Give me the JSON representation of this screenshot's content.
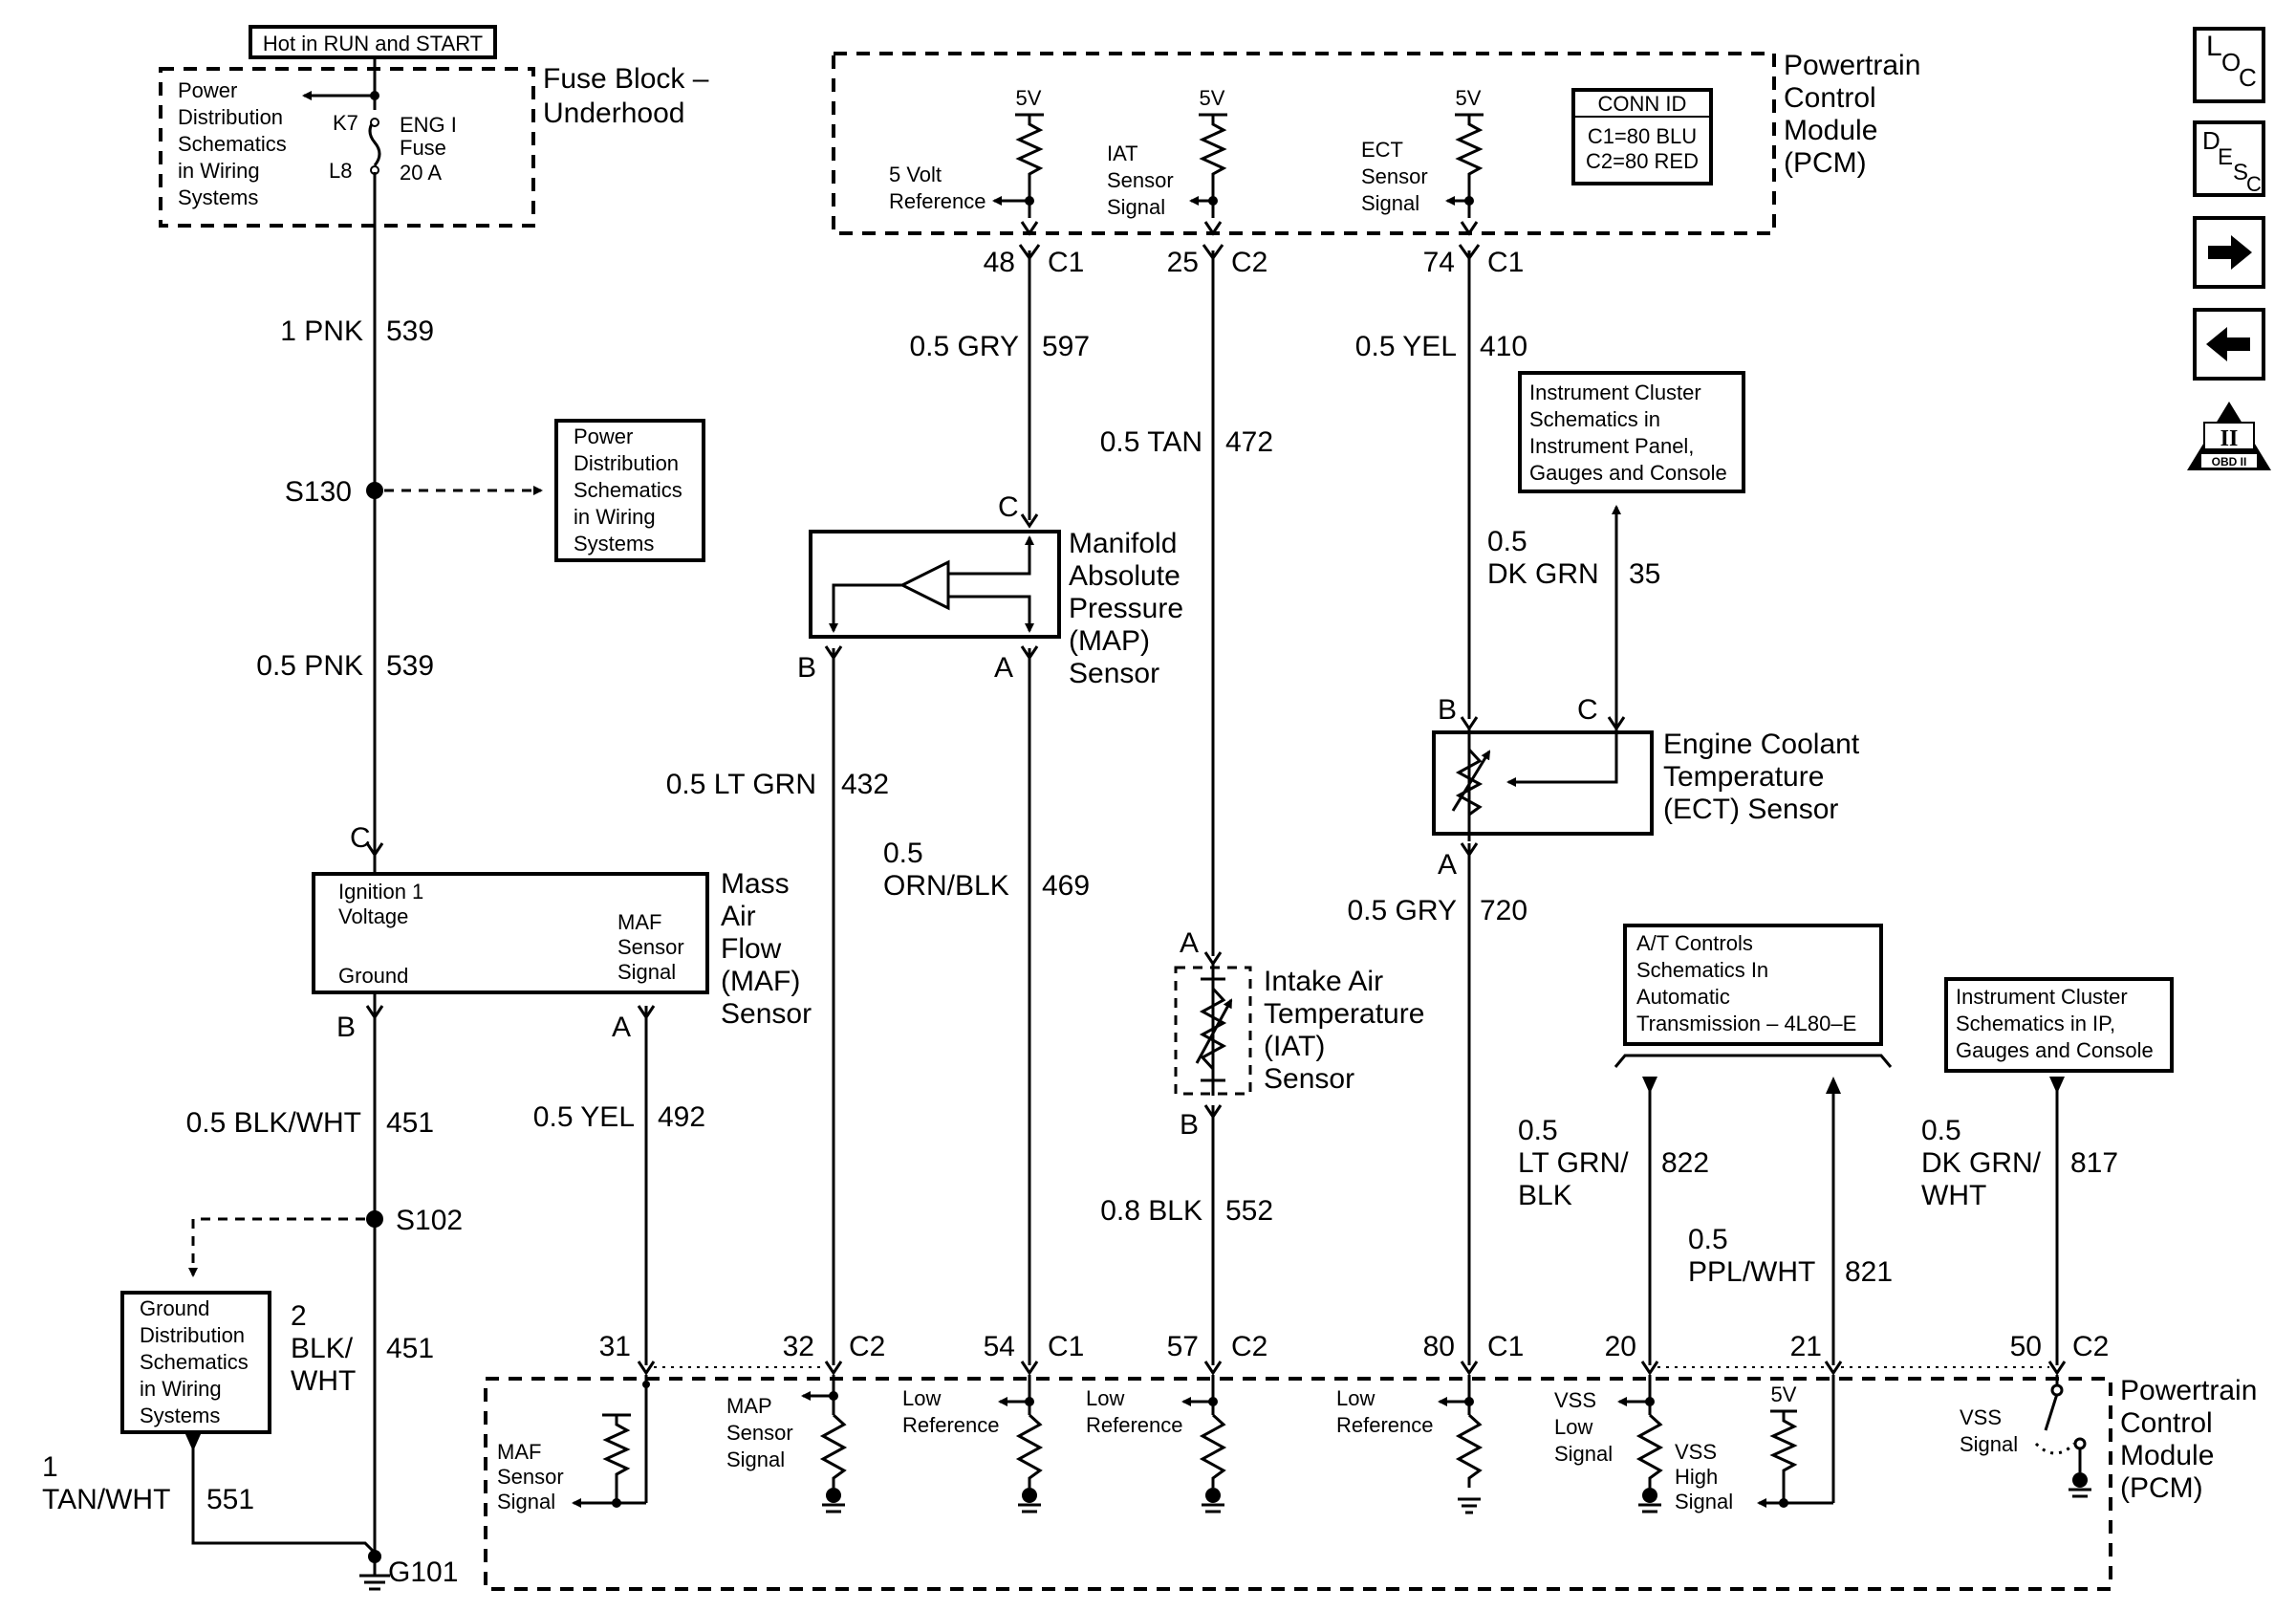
{
  "fuse_block": {
    "hot_label": "Hot in RUN and START",
    "title": [
      "Fuse Block –",
      "Underhood"
    ],
    "ref_text": [
      "Power",
      "Distribution",
      "Schematics",
      "in Wiring",
      "Systems"
    ],
    "pin_k7": "K7",
    "pin_l8": "L8",
    "fuse_text": [
      "ENG I",
      "Fuse",
      "20 A"
    ]
  },
  "pcm_top": {
    "title": [
      "Powertrain",
      "Control",
      "Module",
      "(PCM)"
    ],
    "conn_id_title": "CONN ID",
    "conn_id_lines": [
      "C1=80 BLU",
      "C2=80 RED"
    ],
    "v5": "5V",
    "five_volt_ref": [
      "5 Volt",
      "Reference"
    ],
    "iat_signal": [
      "IAT",
      "Sensor",
      "Signal"
    ],
    "ect_signal": [
      "ECT",
      "Sensor",
      "Signal"
    ]
  },
  "top_pins": [
    {
      "pin": "48",
      "conn": "C1"
    },
    {
      "pin": "25",
      "conn": "C2"
    },
    {
      "pin": "74",
      "conn": "C1"
    }
  ],
  "wires": {
    "pnk1": {
      "size": "1 PNK",
      "circuit": "539"
    },
    "pnk05": {
      "size": "0.5 PNK",
      "circuit": "539"
    },
    "gry597": {
      "size": "0.5 GRY",
      "circuit": "597"
    },
    "tan472": {
      "size": "0.5 TAN",
      "circuit": "472"
    },
    "yel410": {
      "size": "0.5 YEL",
      "circuit": "410"
    },
    "dkgrn35": {
      "size": [
        "0.5",
        "DK GRN"
      ],
      "circuit": "35"
    },
    "ltgrn432": {
      "size": "0.5 LT GRN",
      "circuit": "432"
    },
    "orn469": {
      "size": [
        "0.5",
        "ORN/BLK"
      ],
      "circuit": "469"
    },
    "gry720": {
      "size": "0.5 GRY",
      "circuit": "720"
    },
    "blkwht451": {
      "size": "0.5 BLK/WHT",
      "circuit": "451"
    },
    "yel492": {
      "size": "0.5 YEL",
      "circuit": "492"
    },
    "blk552": {
      "size": "0.8 BLK",
      "circuit": "552"
    },
    "ltgrn822": {
      "size": [
        "0.5",
        "LT GRN/",
        "BLK"
      ],
      "circuit": "822"
    },
    "ppl821": {
      "size": [
        "0.5",
        "PPL/WHT"
      ],
      "circuit": "821"
    },
    "dkgrn817": {
      "size": [
        "0.5",
        "DK GRN/",
        "WHT"
      ],
      "circuit": "817"
    },
    "blkwht2": {
      "size": [
        "2",
        "BLK/",
        "WHT"
      ],
      "circuit": "451"
    },
    "tanwht551": {
      "size": [
        "1",
        "TAN/WHT"
      ],
      "circuit": "551"
    }
  },
  "splices": {
    "s130": "S130",
    "s102": "S102",
    "g101": "G101"
  },
  "refs": {
    "power_dist": [
      "Power",
      "Distribution",
      "Schematics",
      "in Wiring",
      "Systems"
    ],
    "ground_dist": [
      "Ground",
      "Distribution",
      "Schematics",
      "in Wiring",
      "Systems"
    ],
    "ic_panel": [
      "Instrument Cluster",
      "Schematics in",
      "Instrument Panel,",
      "Gauges and Console"
    ],
    "at_controls": [
      "A/T Controls",
      "Schematics In",
      "Automatic",
      "Transmission – 4L80–E"
    ],
    "ic_ip": [
      "Instrument Cluster",
      "Schematics in IP,",
      "Gauges and Console"
    ]
  },
  "map_sensor": {
    "title": [
      "Manifold",
      "Absolute",
      "Pressure",
      "(MAP)",
      "Sensor"
    ],
    "pin_c": "C",
    "pin_b": "B",
    "pin_a": "A"
  },
  "ect_sensor": {
    "title": [
      "Engine Coolant",
      "Temperature",
      "(ECT) Sensor"
    ],
    "pin_b": "B",
    "pin_c": "C",
    "pin_a": "A"
  },
  "iat_sensor": {
    "title": [
      "Intake Air",
      "Temperature",
      "(IAT)",
      "Sensor"
    ],
    "pin_a": "A",
    "pin_b": "B"
  },
  "maf_sensor": {
    "title": [
      "Mass",
      "Air",
      "Flow",
      "(MAF)",
      "Sensor"
    ],
    "ign": [
      "Ignition 1",
      "Voltage"
    ],
    "ground": "Ground",
    "signal": [
      "MAF",
      "Sensor",
      "Signal"
    ],
    "pin_c": "C",
    "pin_b": "B",
    "pin_a": "A"
  },
  "bottom_pins": [
    {
      "pin": "31",
      "conn": ""
    },
    {
      "pin": "32",
      "conn": "C2"
    },
    {
      "pin": "54",
      "conn": "C1"
    },
    {
      "pin": "57",
      "conn": "C2"
    },
    {
      "pin": "80",
      "conn": "C1"
    },
    {
      "pin": "20",
      "conn": ""
    },
    {
      "pin": "21",
      "conn": ""
    },
    {
      "pin": "50",
      "conn": "C2"
    }
  ],
  "pcm_bottom": {
    "title": [
      "Powertrain",
      "Control",
      "Module",
      "(PCM)"
    ],
    "maf_signal": [
      "MAF",
      "Sensor",
      "Signal"
    ],
    "map_signal": [
      "MAP",
      "Sensor",
      "Signal"
    ],
    "low_ref": [
      "Low",
      "Reference"
    ],
    "vss_low": [
      "VSS",
      "Low",
      "Signal"
    ],
    "vss_high": [
      "VSS",
      "High",
      "Signal"
    ],
    "vss_signal": [
      "VSS",
      "Signal"
    ],
    "v5": "5V"
  },
  "nav": {
    "loc": [
      "L",
      "O",
      "C"
    ],
    "desc": [
      "D",
      "E",
      "S",
      "C"
    ],
    "obd_top": "II",
    "obd_bottom": "OBD II"
  }
}
